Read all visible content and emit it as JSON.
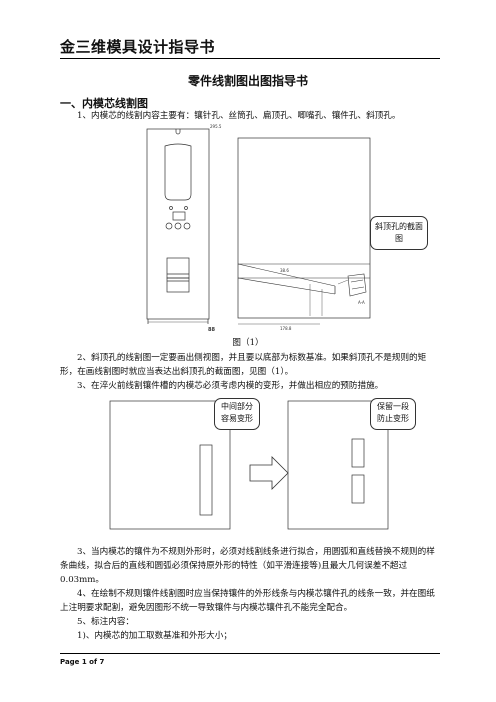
{
  "header": {
    "title": "金三维模具设计指导书"
  },
  "doc_title": "零件线割图出图指导书",
  "section1": {
    "heading": "一、内模芯线割图",
    "item1": "1、内模芯的线割内容主要有：镶针孔、丝筒孔、扁顶孔、唧嘴孔、镶件孔、斜顶孔。",
    "fig1_caption": "图（1）",
    "fig1_callout": "斜顶孔的截面图",
    "item2": "2、斜顶孔的线割图一定要画出侧视图，并且要以底部为标数基准。如果斜顶孔不是规则的矩形，在画线割图时就应当表达出斜顶孔的截面图，见图（1）。",
    "item3a": "3、在淬火前线割镶件槽的内模芯必须考虑内模的变形，并做出相应的预防措施。",
    "fig2_callout_left": "中间部分容易变形",
    "fig2_callout_right": "保留一段防止变形",
    "item3b": "3、当内模芯的镶件为不规则外形时，必须对线割线条进行拟合，用圆弧和直线替换不规则的样条曲线，拟合后的直线和圆弧必须保持原外形的特性（如平滑连接等)且最大几何误差不超过 0.03mm。",
    "item4": "4、在绘制不规则镶件线割图时应当保持镶件的外形线条与内模芯镶件孔的线条一致，并在图纸上注明要求配割，避免因图形不统一导致镶件与内模芯镶件孔不能完全配合。",
    "item5": "5、标注内容：",
    "item5_1": "1)、内模芯的加工取数基准和外形大小；"
  },
  "footer": {
    "page_label": "Page 1 of 7"
  }
}
